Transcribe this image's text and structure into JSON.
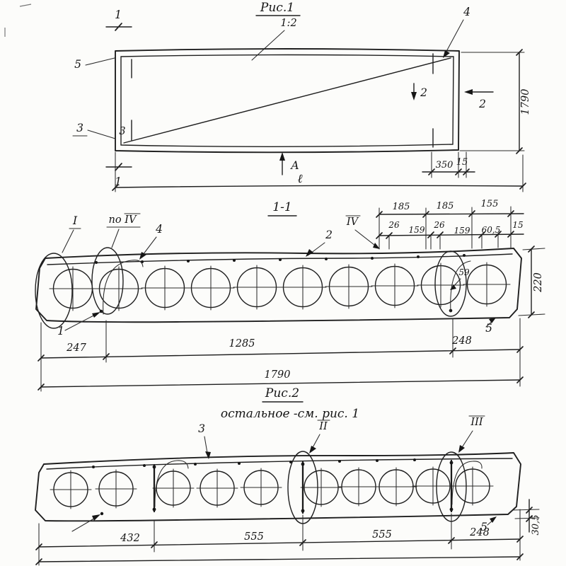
{
  "meta": {
    "background": "#fcfcfa",
    "ink": "#1f1f1f"
  },
  "fig1": {
    "title": "Рис.1",
    "scale": "1:2",
    "pos4": "4",
    "pos5": "5",
    "pos3_left": "3",
    "pos3_corner": "3",
    "sec1_top": "1",
    "sec1_bottom": "1",
    "sec2_mid": "2",
    "sec2_right": "2",
    "view_a": "А",
    "dim_350": "350",
    "dim_15": "15",
    "dim_width": "1790",
    "dim_length": "ℓ"
  },
  "sec11": {
    "title": "1-1",
    "detail_i": "I",
    "detail_po_iv": "по IV",
    "detail_iv": "IV",
    "pos4": "4",
    "pos2": "2",
    "pos1": "1",
    "pos5": "5",
    "mark_59": "59",
    "dims_top": [
      "185",
      "185",
      "155"
    ],
    "dims_mid": [
      "26",
      "159",
      "26",
      "159",
      "60,5",
      "15"
    ],
    "dim_height": "220",
    "dims_bottom": [
      "247",
      "1285",
      "248"
    ],
    "dim_total": "1790"
  },
  "fig2": {
    "title": "Рис.2",
    "note": "остальное -см. рис. 1",
    "pos3": "3",
    "detail_ii": "II",
    "detail_iii": "III",
    "pos5": "5",
    "dims_bottom": [
      "432",
      "555",
      "555",
      "248"
    ],
    "dim_flange": "30,5"
  }
}
